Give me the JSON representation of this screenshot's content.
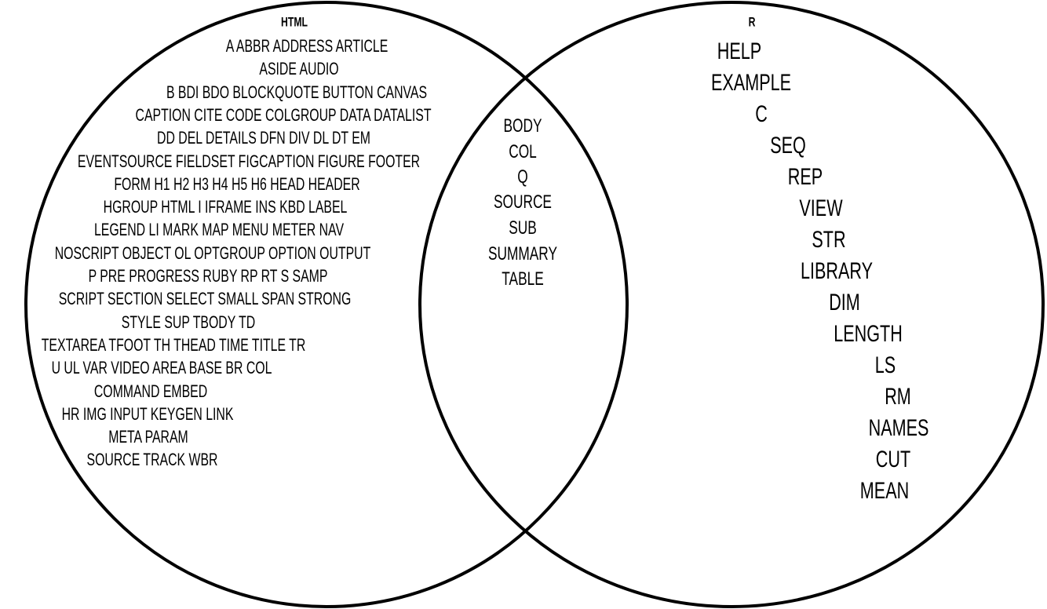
{
  "sets": [
    {
      "title": "HTML",
      "items": [
        "A ABBR ADDRESS ARTICLE",
        "ASIDE AUDIO",
        "B BDI BDO BLOCKQUOTE BUTTON CANVAS",
        "CAPTION CITE CODE COLGROUP DATA DATALIST",
        "DD DEL DETAILS DFN DIV DL DT EM",
        "EVENTSOURCE FIELDSET FIGCAPTION FIGURE FOOTER",
        "FORM H1 H2 H3 H4 H5 H6 HEAD HEADER",
        "HGROUP HTML I IFRAME INS KBD LABEL",
        "LEGEND LI MARK MAP MENU METER NAV",
        "NOSCRIPT OBJECT OL OPTGROUP OPTION OUTPUT",
        "P PRE PROGRESS RUBY RP RT S SAMP",
        "SCRIPT SECTION SELECT SMALL SPAN STRONG",
        "STYLE SUP TBODY TD",
        "TEXTAREA TFOOT TH THEAD TIME TITLE TR",
        "U UL VAR VIDEO AREA BASE BR COL",
        "COMMAND EMBED",
        "HR IMG INPUT KEYGEN LINK",
        "META PARAM",
        "SOURCE TRACK WBR"
      ]
    },
    {
      "title": "R",
      "items": [
        "HELP",
        "EXAMPLE",
        "C",
        "SEQ",
        "REP",
        "VIEW",
        "STR",
        "LIBRARY",
        "DIM",
        "LENGTH",
        "LS",
        "RM",
        "NAMES",
        "CUT",
        "MEAN"
      ]
    }
  ],
  "intersection": {
    "items": [
      "BODY",
      "COL",
      "Q",
      "SOURCE",
      "SUB",
      "SUMMARY",
      "TABLE"
    ]
  }
}
